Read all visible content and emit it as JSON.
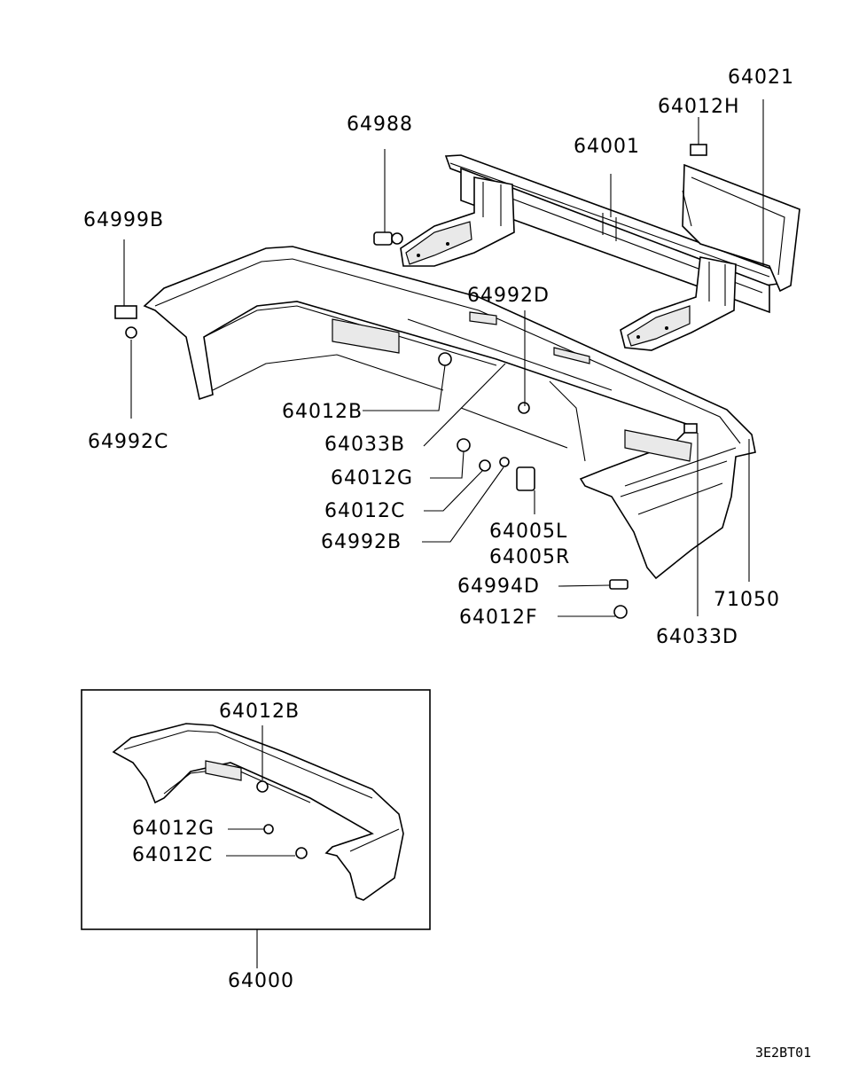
{
  "labels": {
    "p64021": "64021",
    "p64012H": "64012H",
    "p64988": "64988",
    "p64001": "64001",
    "p64999B": "64999B",
    "p64992D": "64992D",
    "p64992C": "64992C",
    "p64012B_top": "64012B",
    "p64033B": "64033B",
    "p64012G_top": "64012G",
    "p64012C_top": "64012C",
    "p64992B": "64992B",
    "p64005L": "64005L",
    "p64005R": "64005R",
    "p64994D": "64994D",
    "p64012F": "64012F",
    "p71050": "71050",
    "p64033D": "64033D",
    "p64012B_inset": "64012B",
    "p64012G_inset": "64012G",
    "p64012C_inset": "64012C",
    "p64000": "64000"
  },
  "diagram_code": "3E2BT01"
}
